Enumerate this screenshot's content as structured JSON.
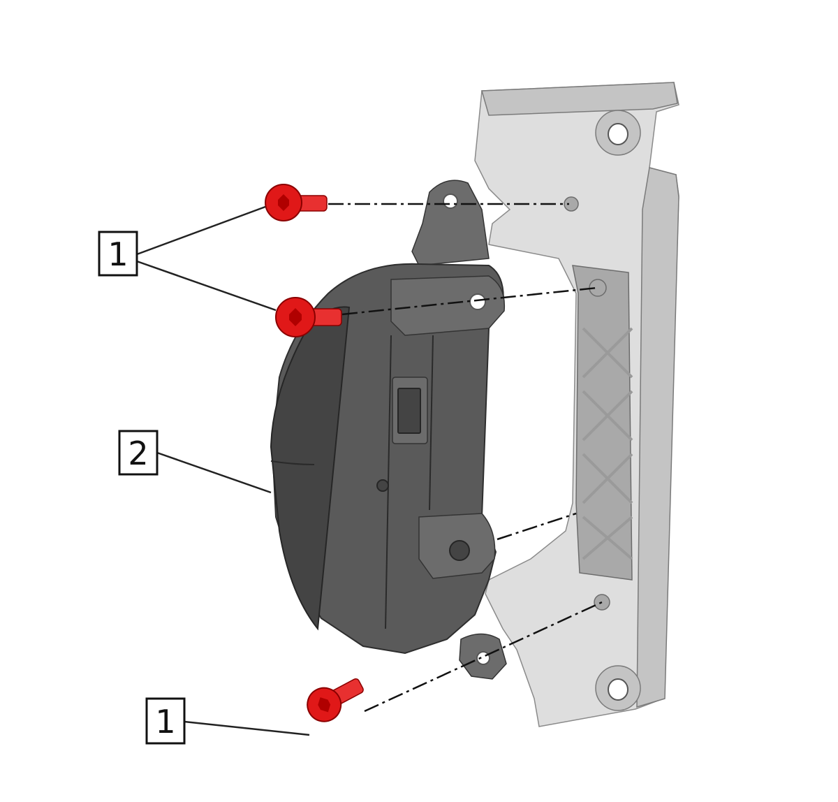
{
  "callouts": [
    {
      "id": "screw-upper",
      "label": "1"
    },
    {
      "id": "switch",
      "label": "2"
    },
    {
      "id": "screw-lower",
      "label": "1"
    }
  ],
  "parts": {
    "screw": {
      "icon": "screw-icon",
      "color": "#e01818"
    },
    "switch_assembly": {
      "icon": "steering-wheel-switch",
      "color": "#5a5a5a"
    },
    "bracket": {
      "icon": "bracket",
      "color": "#dedede"
    }
  }
}
